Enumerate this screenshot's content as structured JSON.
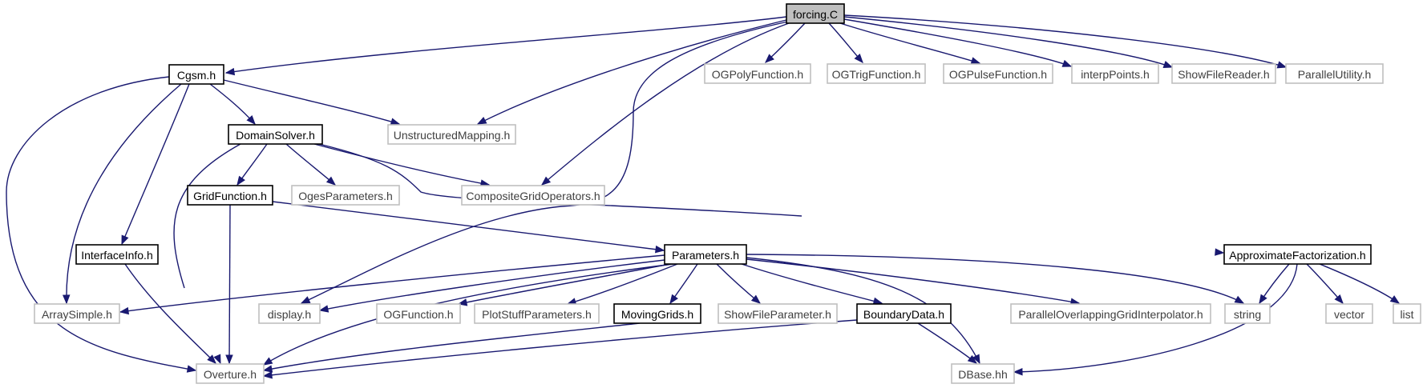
{
  "colors": {
    "edge": "#191970",
    "root_fill": "#bfbfbf",
    "weak_border": "#bfbfbf",
    "strong_border": "#000000"
  },
  "nodes": [
    {
      "id": "forcing",
      "label": "forcing.C",
      "style": "root"
    },
    {
      "id": "cgsm",
      "label": "Cgsm.h",
      "style": "strong"
    },
    {
      "id": "ogpoly",
      "label": "OGPolyFunction.h",
      "style": "weak"
    },
    {
      "id": "ogtrig",
      "label": "OGTrigFunction.h",
      "style": "weak"
    },
    {
      "id": "ogpulse",
      "label": "OGPulseFunction.h",
      "style": "weak"
    },
    {
      "id": "interp",
      "label": "interpPoints.h",
      "style": "weak"
    },
    {
      "id": "showreader",
      "label": "ShowFileReader.h",
      "style": "weak"
    },
    {
      "id": "parutil",
      "label": "ParallelUtility.h",
      "style": "weak"
    },
    {
      "id": "domain",
      "label": "DomainSolver.h",
      "style": "strong"
    },
    {
      "id": "unstruct",
      "label": "UnstructuredMapping.h",
      "style": "weak"
    },
    {
      "id": "gridfn",
      "label": "GridFunction.h",
      "style": "strong"
    },
    {
      "id": "ogespar",
      "label": "OgesParameters.h",
      "style": "weak"
    },
    {
      "id": "cgops",
      "label": "CompositeGridOperators.h",
      "style": "weak"
    },
    {
      "id": "iface",
      "label": "InterfaceInfo.h",
      "style": "strong"
    },
    {
      "id": "params",
      "label": "Parameters.h",
      "style": "strong"
    },
    {
      "id": "approx",
      "label": "ApproximateFactorization.h",
      "style": "strong"
    },
    {
      "id": "arraysimple",
      "label": "ArraySimple.h",
      "style": "weak"
    },
    {
      "id": "display",
      "label": "display.h",
      "style": "weak"
    },
    {
      "id": "ogfn",
      "label": "OGFunction.h",
      "style": "weak"
    },
    {
      "id": "plotstuff",
      "label": "PlotStuffParameters.h",
      "style": "weak"
    },
    {
      "id": "moving",
      "label": "MovingGrids.h",
      "style": "strong"
    },
    {
      "id": "showparam",
      "label": "ShowFileParameter.h",
      "style": "weak"
    },
    {
      "id": "bdata",
      "label": "BoundaryData.h",
      "style": "strong"
    },
    {
      "id": "pogi",
      "label": "ParallelOverlappingGridInterpolator.h",
      "style": "weak"
    },
    {
      "id": "string",
      "label": "string",
      "style": "weak"
    },
    {
      "id": "vector",
      "label": "vector",
      "style": "weak"
    },
    {
      "id": "list",
      "label": "list",
      "style": "weak"
    },
    {
      "id": "overture",
      "label": "Overture.h",
      "style": "weak"
    },
    {
      "id": "dbase",
      "label": "DBase.hh",
      "style": "weak"
    }
  ],
  "edges": [
    {
      "from": "forcing",
      "to": "cgsm"
    },
    {
      "from": "forcing",
      "to": "ogpoly"
    },
    {
      "from": "forcing",
      "to": "ogtrig"
    },
    {
      "from": "forcing",
      "to": "ogpulse"
    },
    {
      "from": "forcing",
      "to": "interp"
    },
    {
      "from": "forcing",
      "to": "showreader"
    },
    {
      "from": "forcing",
      "to": "parutil"
    },
    {
      "from": "forcing",
      "to": "unstruct"
    },
    {
      "from": "forcing",
      "to": "cgops"
    },
    {
      "from": "forcing",
      "to": "display"
    },
    {
      "from": "cgsm",
      "to": "domain"
    },
    {
      "from": "cgsm",
      "to": "unstruct"
    },
    {
      "from": "cgsm",
      "to": "iface"
    },
    {
      "from": "cgsm",
      "to": "arraysimple"
    },
    {
      "from": "cgsm",
      "to": "overture"
    },
    {
      "from": "domain",
      "to": "gridfn"
    },
    {
      "from": "domain",
      "to": "ogespar"
    },
    {
      "from": "domain",
      "to": "cgops"
    },
    {
      "from": "domain",
      "to": "approx"
    },
    {
      "from": "domain",
      "to": "overture"
    },
    {
      "from": "gridfn",
      "to": "params"
    },
    {
      "from": "gridfn",
      "to": "overture"
    },
    {
      "from": "iface",
      "to": "overture"
    },
    {
      "from": "params",
      "to": "arraysimple"
    },
    {
      "from": "params",
      "to": "display"
    },
    {
      "from": "params",
      "to": "ogfn"
    },
    {
      "from": "params",
      "to": "plotstuff"
    },
    {
      "from": "params",
      "to": "moving"
    },
    {
      "from": "params",
      "to": "showparam"
    },
    {
      "from": "params",
      "to": "bdata"
    },
    {
      "from": "params",
      "to": "pogi"
    },
    {
      "from": "params",
      "to": "string"
    },
    {
      "from": "params",
      "to": "dbase"
    },
    {
      "from": "params",
      "to": "overture"
    },
    {
      "from": "approx",
      "to": "string"
    },
    {
      "from": "approx",
      "to": "vector"
    },
    {
      "from": "approx",
      "to": "list"
    },
    {
      "from": "approx",
      "to": "dbase"
    },
    {
      "from": "moving",
      "to": "overture"
    },
    {
      "from": "bdata",
      "to": "overture"
    },
    {
      "from": "bdata",
      "to": "dbase"
    }
  ]
}
